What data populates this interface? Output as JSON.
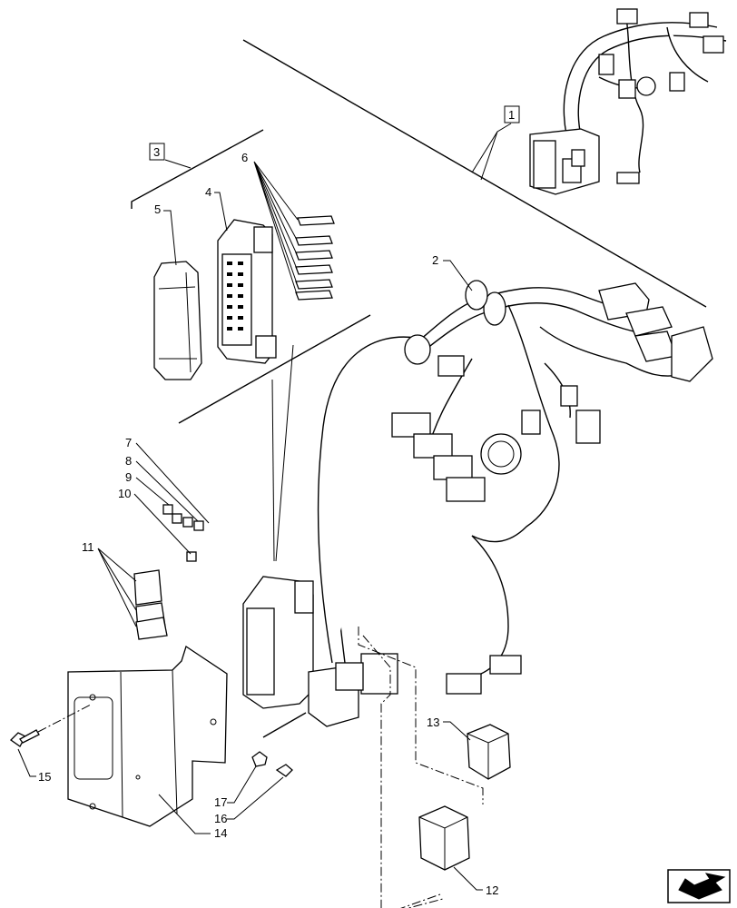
{
  "callouts": {
    "c1": "1",
    "c2": "2",
    "c3": "3",
    "c4": "4",
    "c5": "5",
    "c6": "6",
    "c7": "7",
    "c8": "8",
    "c9": "9",
    "c10": "10",
    "c11": "11",
    "c12": "12",
    "c13": "13",
    "c14": "14",
    "c15": "15",
    "c16": "16",
    "c17": "17"
  },
  "nav_icon": "next-page-arrow-icon"
}
